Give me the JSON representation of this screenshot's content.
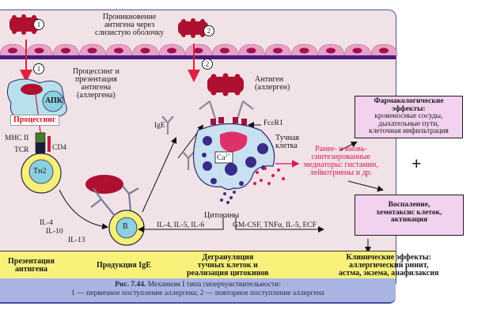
{
  "figure": {
    "top_label": "Проникновение\nантигена через\nслизистую оболочку",
    "step1_marker": "1",
    "step2_marker": "2",
    "processing_label": "Процессинг и\nпрезентация\nантигена\n(аллергена)",
    "apc_label": "АПК",
    "processing_box": "Процессинг",
    "mhc_label": "MHC II",
    "tcr_label": "TCR",
    "cd4_label": "CD4",
    "th2_label": "Тн2",
    "b_label": "B",
    "il_left": [
      "IL-4",
      "IL-10",
      "IL-13"
    ],
    "ige_label": "IgE",
    "antigen_label": "Антиген\n(аллерген)",
    "fcer_label": "FcεR1",
    "mast_label": "Тучная\nклетка",
    "ca_label": "Ca",
    "ca_sup": "2+",
    "cytokines_label": "Цитокины",
    "cyt_left": "IL-4, IL-5, IL-6",
    "cyt_right": "GM-CSF, TNFα, IL-5, ECF",
    "mediators_label": "Ранее- и вновь-\nсинтезированные\nмедиаторы: гистамин,\nлейкотриены и др.",
    "plus": "+",
    "pharm_box": {
      "title": "Фармакологические\nэффекты:",
      "body": "кровеносные сосуды,\nдыхательные пути,\nклеточная инфильтрация"
    },
    "inflam_box": "Воспаление,\nхемотаксис клеток,\nактивация",
    "bar_steps": [
      "Презентация\nантигена",
      "Продукция IgE",
      "Дегрануляция\nтучных клеток и\nреализация цитокинов",
      "Клинические эффекты:\nаллергический ринит,\nастма, экзема, анафилаксия"
    ],
    "caption_bold": "Рис. 7.44.",
    "caption_line1": " Механизм I типа гиперчувствительности:",
    "caption_line2": "1 — первичное поступление аллергена; 2 — повторное поступление аллергена"
  },
  "colors": {
    "background": "#f0e2e6",
    "epithelium": "#e8a0c4",
    "nucleus": "#a01050",
    "basement": "#4a1a80",
    "allergen": "#b01030",
    "apc": "#b8e0ec",
    "cell_ring": "#f6f07a",
    "cell_core": "#8ccfe0",
    "mast": "#c8e0f0",
    "granule": "#3a2a8a",
    "mediator": "#d81860",
    "box": "#f2d2ee",
    "bar": "#f8f27a",
    "caption": "#a9b4e2"
  }
}
